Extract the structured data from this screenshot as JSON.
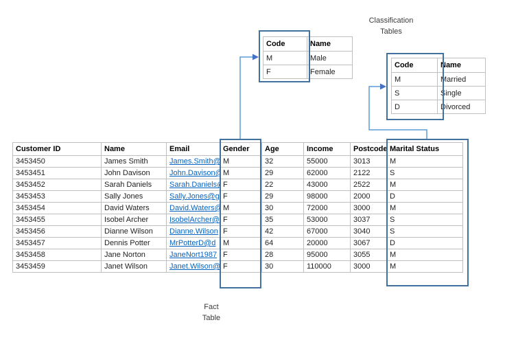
{
  "labels": {
    "classification_tables_line1": "Classification",
    "classification_tables_line2": "Tables",
    "fact_table_line1": "Fact",
    "fact_table_line2": "Table"
  },
  "gender_classification_table": {
    "headers": [
      "Code",
      "Name"
    ],
    "rows": [
      [
        "M",
        "Male"
      ],
      [
        "F",
        "Female"
      ]
    ]
  },
  "marital_classification_table": {
    "headers": [
      "Code",
      "Name"
    ],
    "rows": [
      [
        "M",
        "Married"
      ],
      [
        "S",
        "Single"
      ],
      [
        "D",
        "Divorced"
      ]
    ]
  },
  "fact_table": {
    "headers": [
      "Customer ID",
      "Name",
      "Email",
      "Gender",
      "Age",
      "Income",
      "Postcode",
      "Marital Status"
    ],
    "rows": [
      [
        "3453450",
        "James Smith",
        "James.Smith@",
        "M",
        "32",
        "55000",
        "3013",
        "M"
      ],
      [
        "3453451",
        "John Davison",
        "John.Davison@",
        "M",
        "29",
        "62000",
        "2122",
        "S"
      ],
      [
        "3453452",
        "Sarah Daniels",
        "Sarah.Daniels@",
        "F",
        "22",
        "43000",
        "2522",
        "M"
      ],
      [
        "3453453",
        "Sally Jones",
        "Sally.Jones@g",
        "F",
        "29",
        "98000",
        "2000",
        "D"
      ],
      [
        "3453454",
        "David Waters",
        "David.Waters@",
        "M",
        "30",
        "72000",
        "3000",
        "M"
      ],
      [
        "3453455",
        "Isobel Archer",
        "IsobelArcher@",
        "F",
        "35",
        "53000",
        "3037",
        "S"
      ],
      [
        "3453456",
        "Dianne Wilson",
        "Dianne.Wilson",
        "F",
        "42",
        "67000",
        "3040",
        "S"
      ],
      [
        "3453457",
        "Dennis Potter",
        "MrPotterD@d",
        "M",
        "64",
        "20000",
        "3067",
        "D"
      ],
      [
        "3453458",
        "Jane Norton",
        "JaneNort1987",
        "F",
        "28",
        "95000",
        "3055",
        "M"
      ],
      [
        "3453459",
        "Janet Wilson",
        "Janet.Wilson@",
        "F",
        "30",
        "110000",
        "3000",
        "M"
      ]
    ]
  },
  "colors": {
    "highlight_box_border": "#41719C",
    "connector_line": "#5B9BD5",
    "connector_arrow": "#4472C4",
    "hyperlink": "#0563C1",
    "table_grid": "#BFBFBF"
  }
}
